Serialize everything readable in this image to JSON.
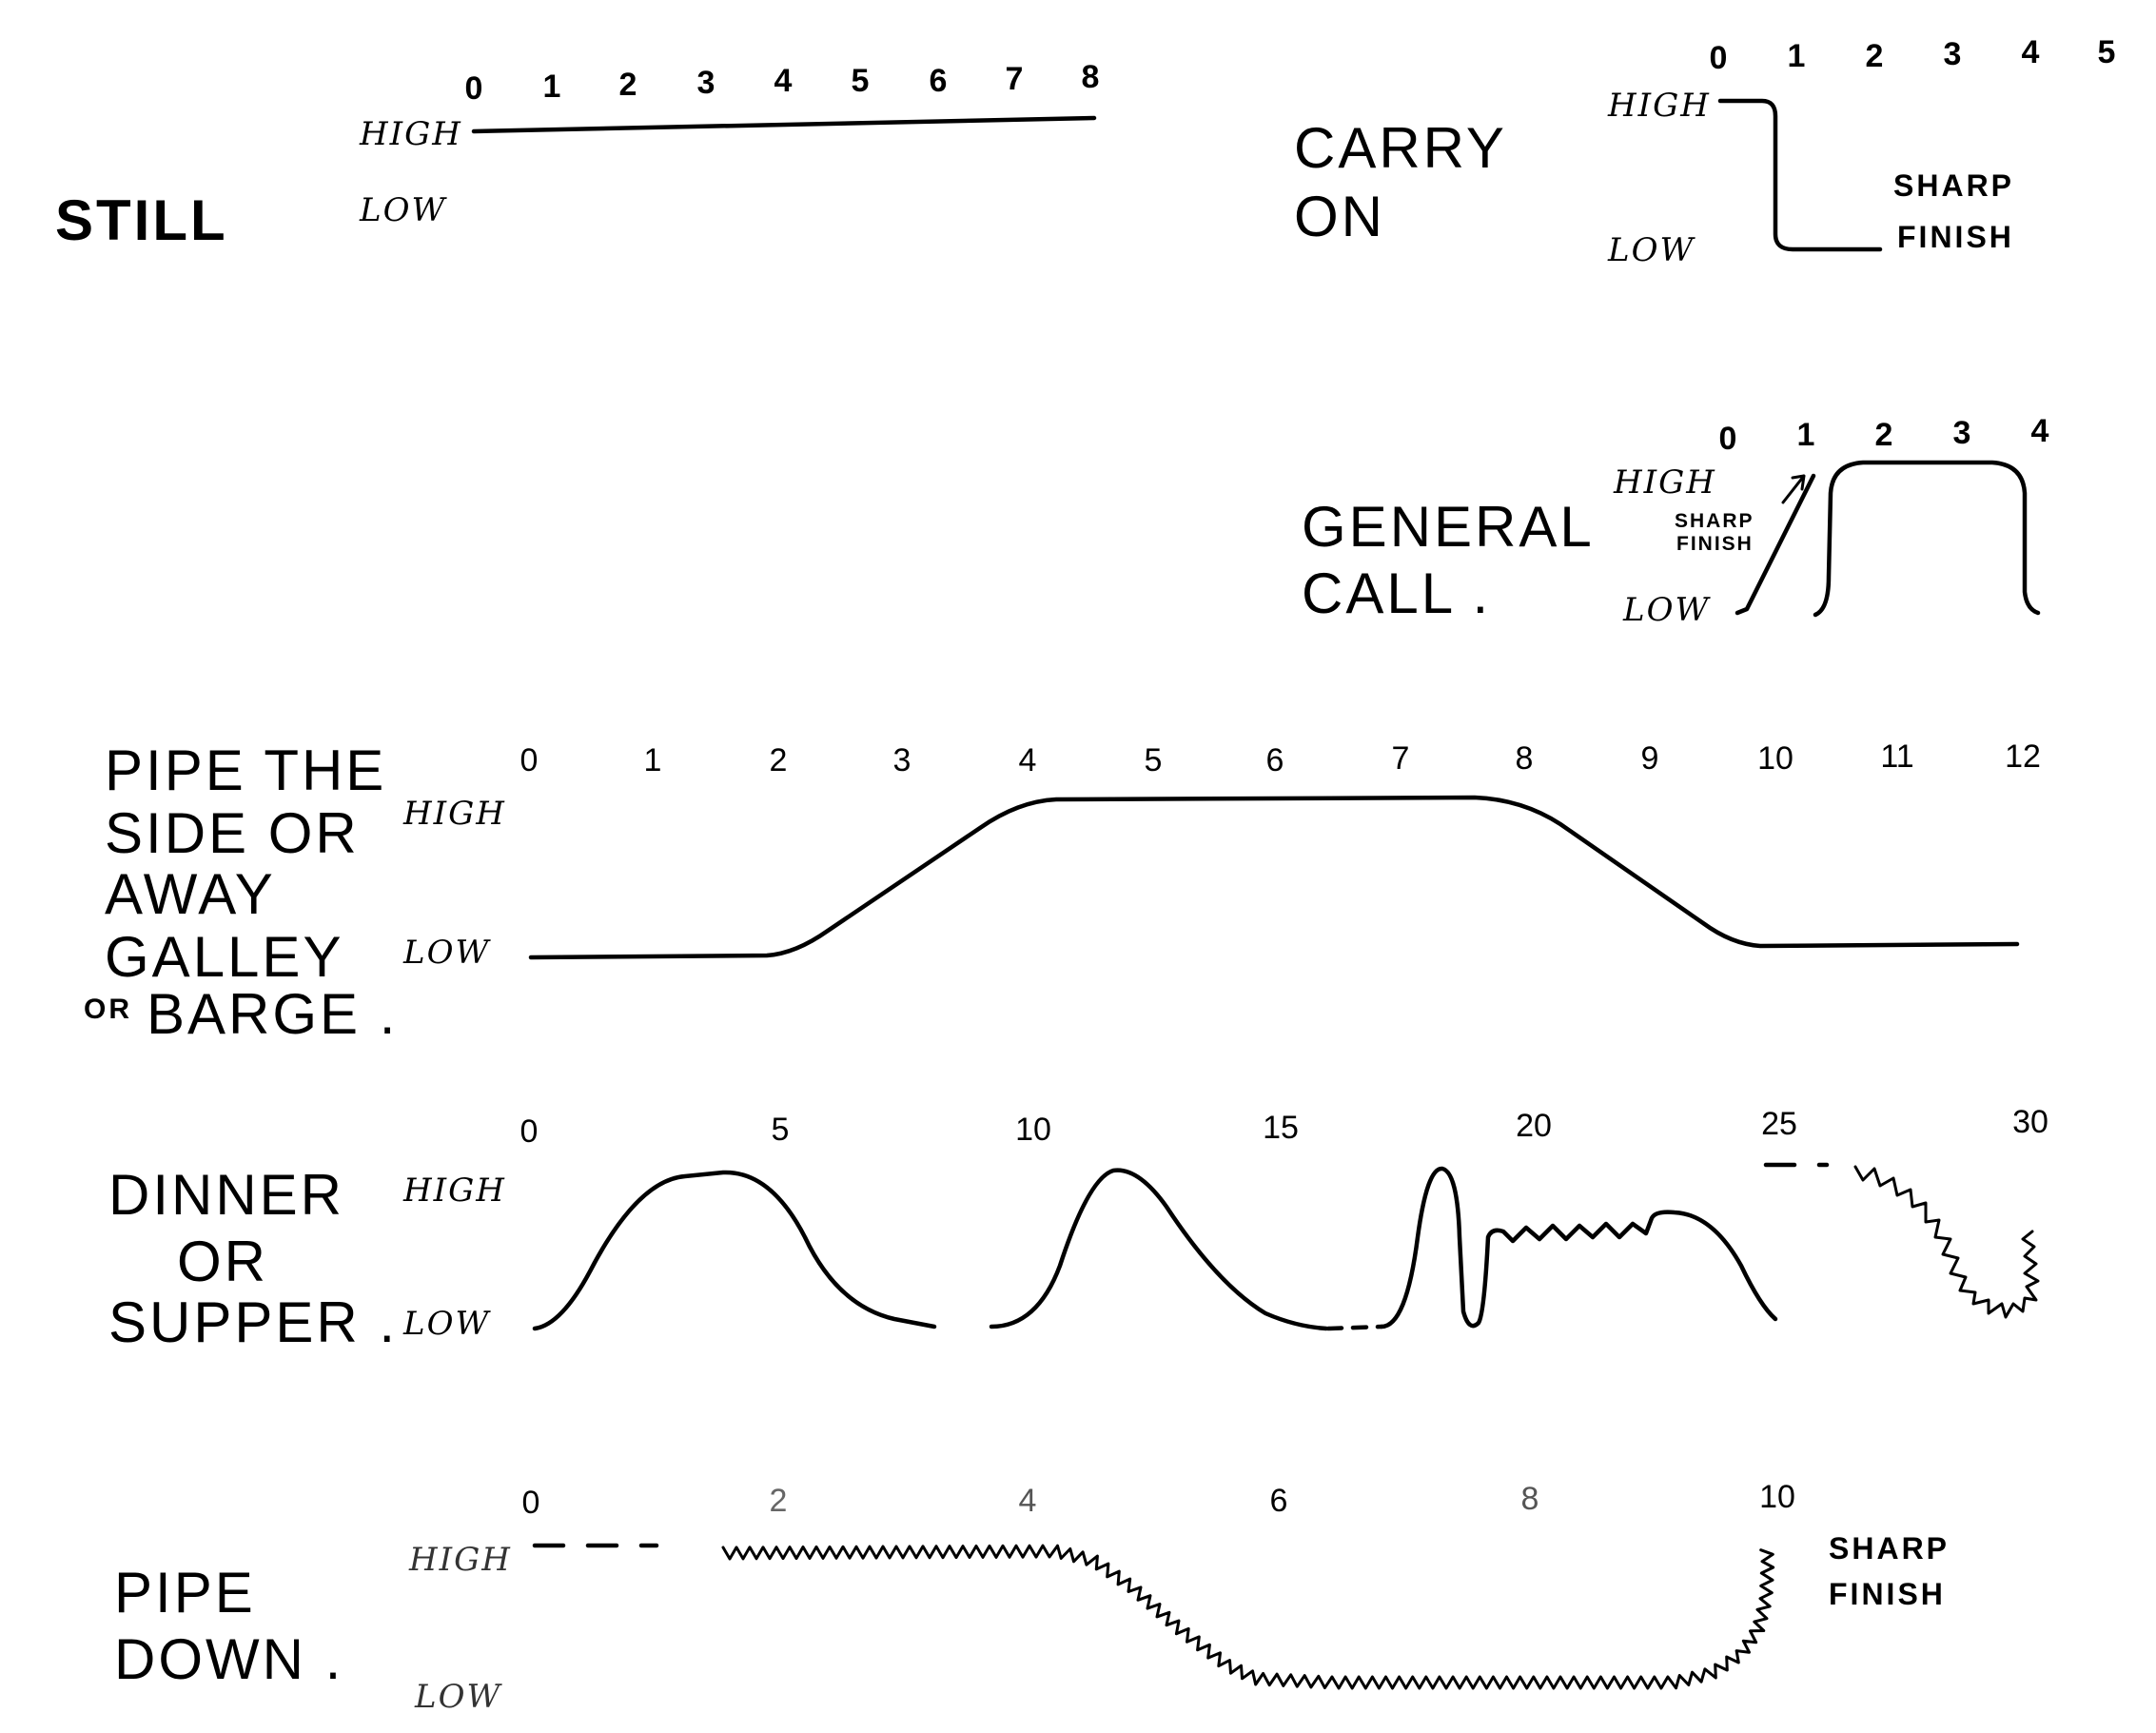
{
  "panels": {
    "still": {
      "title": [
        "STILL"
      ],
      "high": "HIGH",
      "low": "LOW",
      "ticks": [
        "0",
        "1",
        "2",
        "3",
        "4",
        "5",
        "6",
        "7",
        "8"
      ]
    },
    "carry_on": {
      "title": [
        "CARRY",
        "ON"
      ],
      "high": "HIGH",
      "low": "LOW",
      "ticks": [
        "0",
        "1",
        "2",
        "3",
        "4",
        "5"
      ],
      "note": [
        "SHARP",
        "FINISH"
      ]
    },
    "general_call": {
      "title": [
        "GENERAL",
        "CALL ."
      ],
      "high": "HIGH",
      "low": "LOW",
      "ticks": [
        "0",
        "1",
        "2",
        "3",
        "4"
      ],
      "note": [
        "SHARP",
        "FINISH"
      ]
    },
    "pipe_the_side": {
      "title": [
        "PIPE THE",
        "SIDE OR",
        "AWAY",
        "GALLEY"
      ],
      "title_prefix": "OR",
      "title_last": "BARGE .",
      "high": "HIGH",
      "low": "LOW",
      "ticks": [
        "0",
        "1",
        "2",
        "3",
        "4",
        "5",
        "6",
        "7",
        "8",
        "9",
        "10",
        "11",
        "12"
      ]
    },
    "dinner": {
      "title": [
        "DINNER",
        "OR",
        "SUPPER ."
      ],
      "high": "HIGH",
      "low": "LOW",
      "ticks": [
        "0",
        "5",
        "10",
        "15",
        "20",
        "25",
        "30"
      ]
    },
    "pipe_down": {
      "title": [
        "PIPE",
        "DOWN ."
      ],
      "high": "HIGH",
      "low": "LOW",
      "ticks": [
        "0",
        "2",
        "4",
        "6",
        "8",
        "10"
      ],
      "note": [
        "SHARP",
        "FINISH"
      ]
    }
  },
  "colors": {
    "ink": "#000000",
    "paper": "#ffffff"
  }
}
